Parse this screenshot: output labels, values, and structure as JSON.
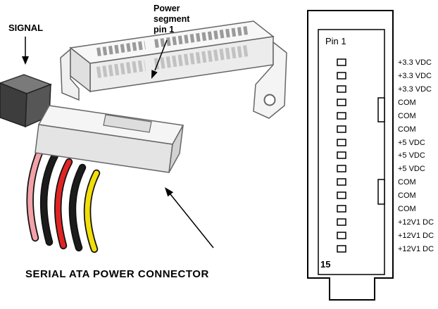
{
  "figure": {
    "signal_label": "SIGNAL",
    "power_segment_label_lines": [
      "Power",
      "segment",
      "pin 1"
    ],
    "caption": "SERIAL ATA POWER CONNECTOR"
  },
  "wires": {
    "colors": [
      {
        "name": "pink",
        "hex": "#f2a2a8"
      },
      {
        "name": "black",
        "hex": "#1c1c1c"
      },
      {
        "name": "red",
        "hex": "#e02424"
      },
      {
        "name": "black2",
        "hex": "#1c1c1c"
      },
      {
        "name": "yellow",
        "hex": "#f2de08"
      }
    ]
  },
  "pinout": {
    "first_pin_label": "Pin 1",
    "last_pin_number": "15",
    "pins": [
      {
        "pin": 1,
        "label": "+3.3 VDC"
      },
      {
        "pin": 2,
        "label": "+3.3 VDC"
      },
      {
        "pin": 3,
        "label": "+3.3 VDC"
      },
      {
        "pin": 4,
        "label": "COM"
      },
      {
        "pin": 5,
        "label": "COM"
      },
      {
        "pin": 6,
        "label": "COM"
      },
      {
        "pin": 7,
        "label": "+5 VDC"
      },
      {
        "pin": 8,
        "label": "+5 VDC"
      },
      {
        "pin": 9,
        "label": "+5 VDC"
      },
      {
        "pin": 10,
        "label": "COM"
      },
      {
        "pin": 11,
        "label": "COM"
      },
      {
        "pin": 12,
        "label": "COM"
      },
      {
        "pin": 13,
        "label": "+12V1 DC"
      },
      {
        "pin": 14,
        "label": "+12V1 DC"
      },
      {
        "pin": 15,
        "label": "+12V1 DC"
      }
    ]
  }
}
